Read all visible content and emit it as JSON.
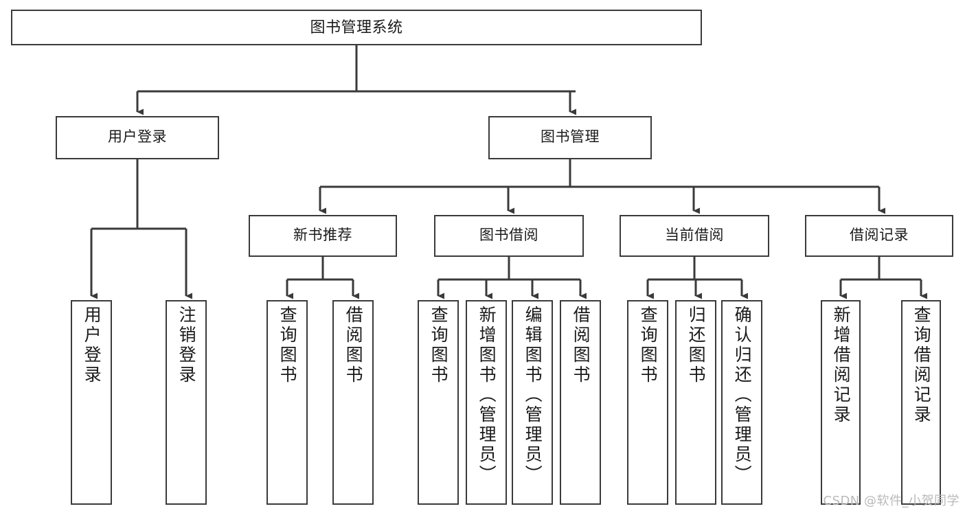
{
  "diagram": {
    "title": "图书管理系统",
    "type": "tree-hierarchy-chart",
    "line_color": "#3a3a3a",
    "text_color": "#1a1a1a",
    "background": "#ffffff",
    "root": {
      "label": "图书管理系统"
    },
    "level2": [
      {
        "label": "用户登录"
      },
      {
        "label": "图书管理"
      }
    ],
    "level3": [
      {
        "label": "新书推荐"
      },
      {
        "label": "图书借阅"
      },
      {
        "label": "当前借阅"
      },
      {
        "label": "借阅记录"
      }
    ],
    "leaves": [
      {
        "label": "用户登录",
        "parent": "用户登录"
      },
      {
        "label": "注销登录",
        "parent": "用户登录"
      },
      {
        "label": "查询图书",
        "parent": "新书推荐"
      },
      {
        "label": "借阅图书",
        "parent": "新书推荐"
      },
      {
        "label": "查询图书",
        "parent": "图书借阅"
      },
      {
        "label": "新增图书（管理员）",
        "parent": "图书借阅"
      },
      {
        "label": "编辑图书（管理员）",
        "parent": "图书借阅"
      },
      {
        "label": "借阅图书",
        "parent": "图书借阅"
      },
      {
        "label": "查询图书",
        "parent": "当前借阅"
      },
      {
        "label": "归还图书",
        "parent": "当前借阅"
      },
      {
        "label": "确认归还（管理员）",
        "parent": "当前借阅"
      },
      {
        "label": "新增借阅记录",
        "parent": "借阅记录"
      },
      {
        "label": "查询借阅记录",
        "parent": "借阅记录"
      }
    ]
  },
  "watermark": {
    "text": "CSDN @软件_小贺同学"
  }
}
